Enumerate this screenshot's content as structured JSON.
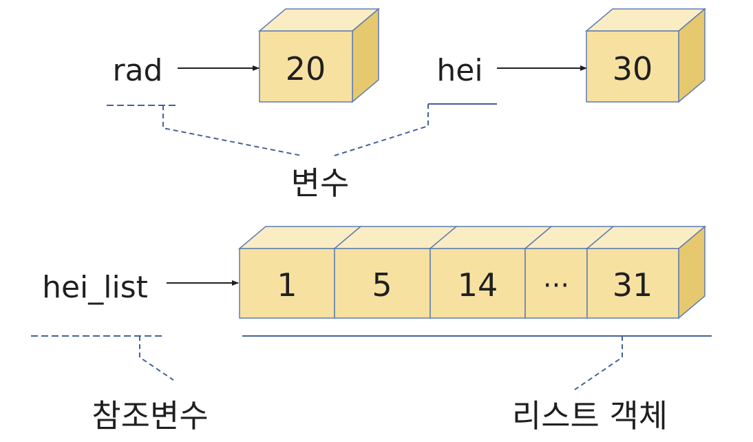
{
  "variables": {
    "rad": {
      "name": "rad",
      "value": "20"
    },
    "hei": {
      "name": "hei",
      "value": "30"
    },
    "group_label": "변수"
  },
  "list": {
    "name": "hei_list",
    "cells": [
      "1",
      "5",
      "14",
      "···",
      "31"
    ],
    "ref_label": "참조변수",
    "object_label": "리스트 객체"
  },
  "colors": {
    "box_front": "#f7e1a1",
    "box_top": "#fbedc3",
    "box_side": "#e6c86e",
    "box_stroke": "#5b7cb1",
    "line": "#44609a",
    "text": "#1f1f1f"
  }
}
